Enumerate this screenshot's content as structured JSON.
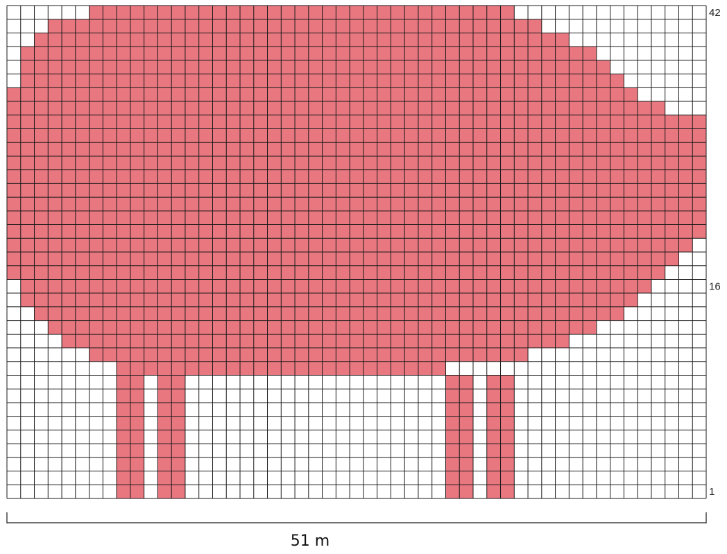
{
  "grid": {
    "columns": 51,
    "rows": 36,
    "row_labels": [
      {
        "row": 1,
        "text": "1"
      },
      {
        "row": 16,
        "text": "16"
      },
      {
        "row": 36,
        "text": "42"
      }
    ],
    "width_label": "51 m",
    "fill_color": "#e8777f",
    "line_color": "#1a1a1a",
    "empty_color": "#ffffff",
    "filled_rows": [
      {
        "row": 36,
        "spans": [
          [
            7,
            37
          ]
        ]
      },
      {
        "row": 35,
        "spans": [
          [
            4,
            39
          ]
        ]
      },
      {
        "row": 34,
        "spans": [
          [
            3,
            41
          ]
        ]
      },
      {
        "row": 33,
        "spans": [
          [
            2,
            43
          ]
        ]
      },
      {
        "row": 32,
        "spans": [
          [
            2,
            44
          ]
        ]
      },
      {
        "row": 31,
        "spans": [
          [
            2,
            45
          ]
        ]
      },
      {
        "row": 30,
        "spans": [
          [
            1,
            46
          ]
        ]
      },
      {
        "row": 29,
        "spans": [
          [
            1,
            48
          ]
        ]
      },
      {
        "row": 28,
        "spans": [
          [
            1,
            51
          ]
        ]
      },
      {
        "row": 27,
        "spans": [
          [
            1,
            51
          ]
        ]
      },
      {
        "row": 26,
        "spans": [
          [
            1,
            51
          ]
        ]
      },
      {
        "row": 25,
        "spans": [
          [
            1,
            51
          ]
        ]
      },
      {
        "row": 24,
        "spans": [
          [
            1,
            51
          ]
        ]
      },
      {
        "row": 23,
        "spans": [
          [
            1,
            51
          ]
        ]
      },
      {
        "row": 22,
        "spans": [
          [
            1,
            51
          ]
        ]
      },
      {
        "row": 21,
        "spans": [
          [
            1,
            51
          ]
        ]
      },
      {
        "row": 20,
        "spans": [
          [
            1,
            51
          ]
        ]
      },
      {
        "row": 19,
        "spans": [
          [
            1,
            50
          ]
        ]
      },
      {
        "row": 18,
        "spans": [
          [
            1,
            49
          ]
        ]
      },
      {
        "row": 17,
        "spans": [
          [
            1,
            48
          ]
        ]
      },
      {
        "row": 16,
        "spans": [
          [
            2,
            47
          ]
        ]
      },
      {
        "row": 15,
        "spans": [
          [
            2,
            46
          ]
        ]
      },
      {
        "row": 14,
        "spans": [
          [
            3,
            45
          ]
        ]
      },
      {
        "row": 13,
        "spans": [
          [
            4,
            43
          ]
        ]
      },
      {
        "row": 12,
        "spans": [
          [
            5,
            41
          ]
        ]
      },
      {
        "row": 11,
        "spans": [
          [
            7,
            38
          ]
        ]
      },
      {
        "row": 10,
        "spans": [
          [
            9,
            32
          ]
        ]
      },
      {
        "row": 9,
        "spans": [
          [
            9,
            10
          ],
          [
            12,
            13
          ],
          [
            33,
            34
          ],
          [
            36,
            37
          ]
        ]
      },
      {
        "row": 8,
        "spans": [
          [
            9,
            10
          ],
          [
            12,
            13
          ],
          [
            33,
            34
          ],
          [
            36,
            37
          ]
        ]
      },
      {
        "row": 7,
        "spans": [
          [
            9,
            10
          ],
          [
            12,
            13
          ],
          [
            33,
            34
          ],
          [
            36,
            37
          ]
        ]
      },
      {
        "row": 6,
        "spans": [
          [
            9,
            10
          ],
          [
            12,
            13
          ],
          [
            33,
            34
          ],
          [
            36,
            37
          ]
        ]
      },
      {
        "row": 5,
        "spans": [
          [
            9,
            10
          ],
          [
            12,
            13
          ],
          [
            33,
            34
          ],
          [
            36,
            37
          ]
        ]
      },
      {
        "row": 4,
        "spans": [
          [
            9,
            10
          ],
          [
            12,
            13
          ],
          [
            33,
            34
          ],
          [
            36,
            37
          ]
        ]
      },
      {
        "row": 3,
        "spans": [
          [
            9,
            10
          ],
          [
            12,
            13
          ],
          [
            33,
            34
          ],
          [
            36,
            37
          ]
        ]
      },
      {
        "row": 2,
        "spans": [
          [
            9,
            10
          ],
          [
            12,
            13
          ],
          [
            33,
            34
          ],
          [
            36,
            37
          ]
        ]
      },
      {
        "row": 1,
        "spans": [
          [
            9,
            10
          ],
          [
            12,
            13
          ],
          [
            33,
            34
          ],
          [
            36,
            37
          ]
        ]
      }
    ]
  }
}
